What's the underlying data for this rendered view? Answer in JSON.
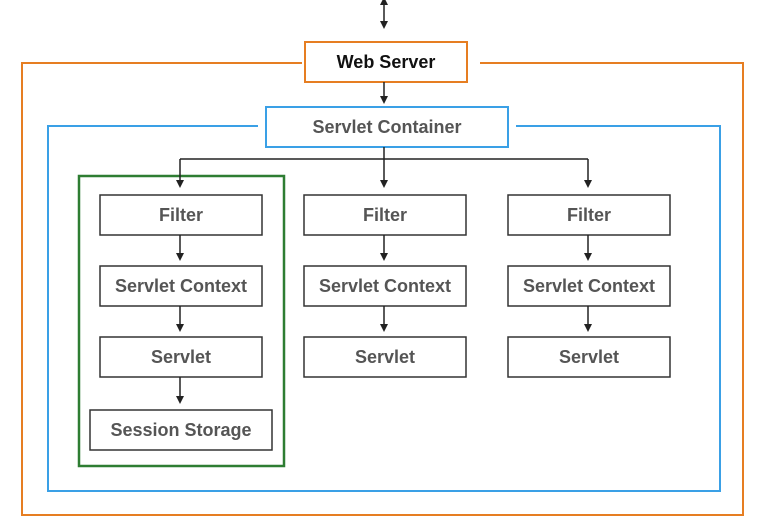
{
  "diagram": {
    "web_server": "Web Server",
    "servlet_container": "Servlet Container",
    "columns": [
      {
        "filter": "Filter",
        "context": "Servlet Context",
        "servlet": "Servlet",
        "session": "Session Storage"
      },
      {
        "filter": "Filter",
        "context": "Servlet Context",
        "servlet": "Servlet"
      },
      {
        "filter": "Filter",
        "context": "Servlet Context",
        "servlet": "Servlet"
      }
    ]
  },
  "colors": {
    "web_server_border": "#e67e22",
    "container_border": "#3aa0e6",
    "highlight_border": "#2e7d32",
    "box_border": "#333333",
    "arrow": "#222222",
    "label_text": "#555555",
    "title_text": "#111111"
  }
}
